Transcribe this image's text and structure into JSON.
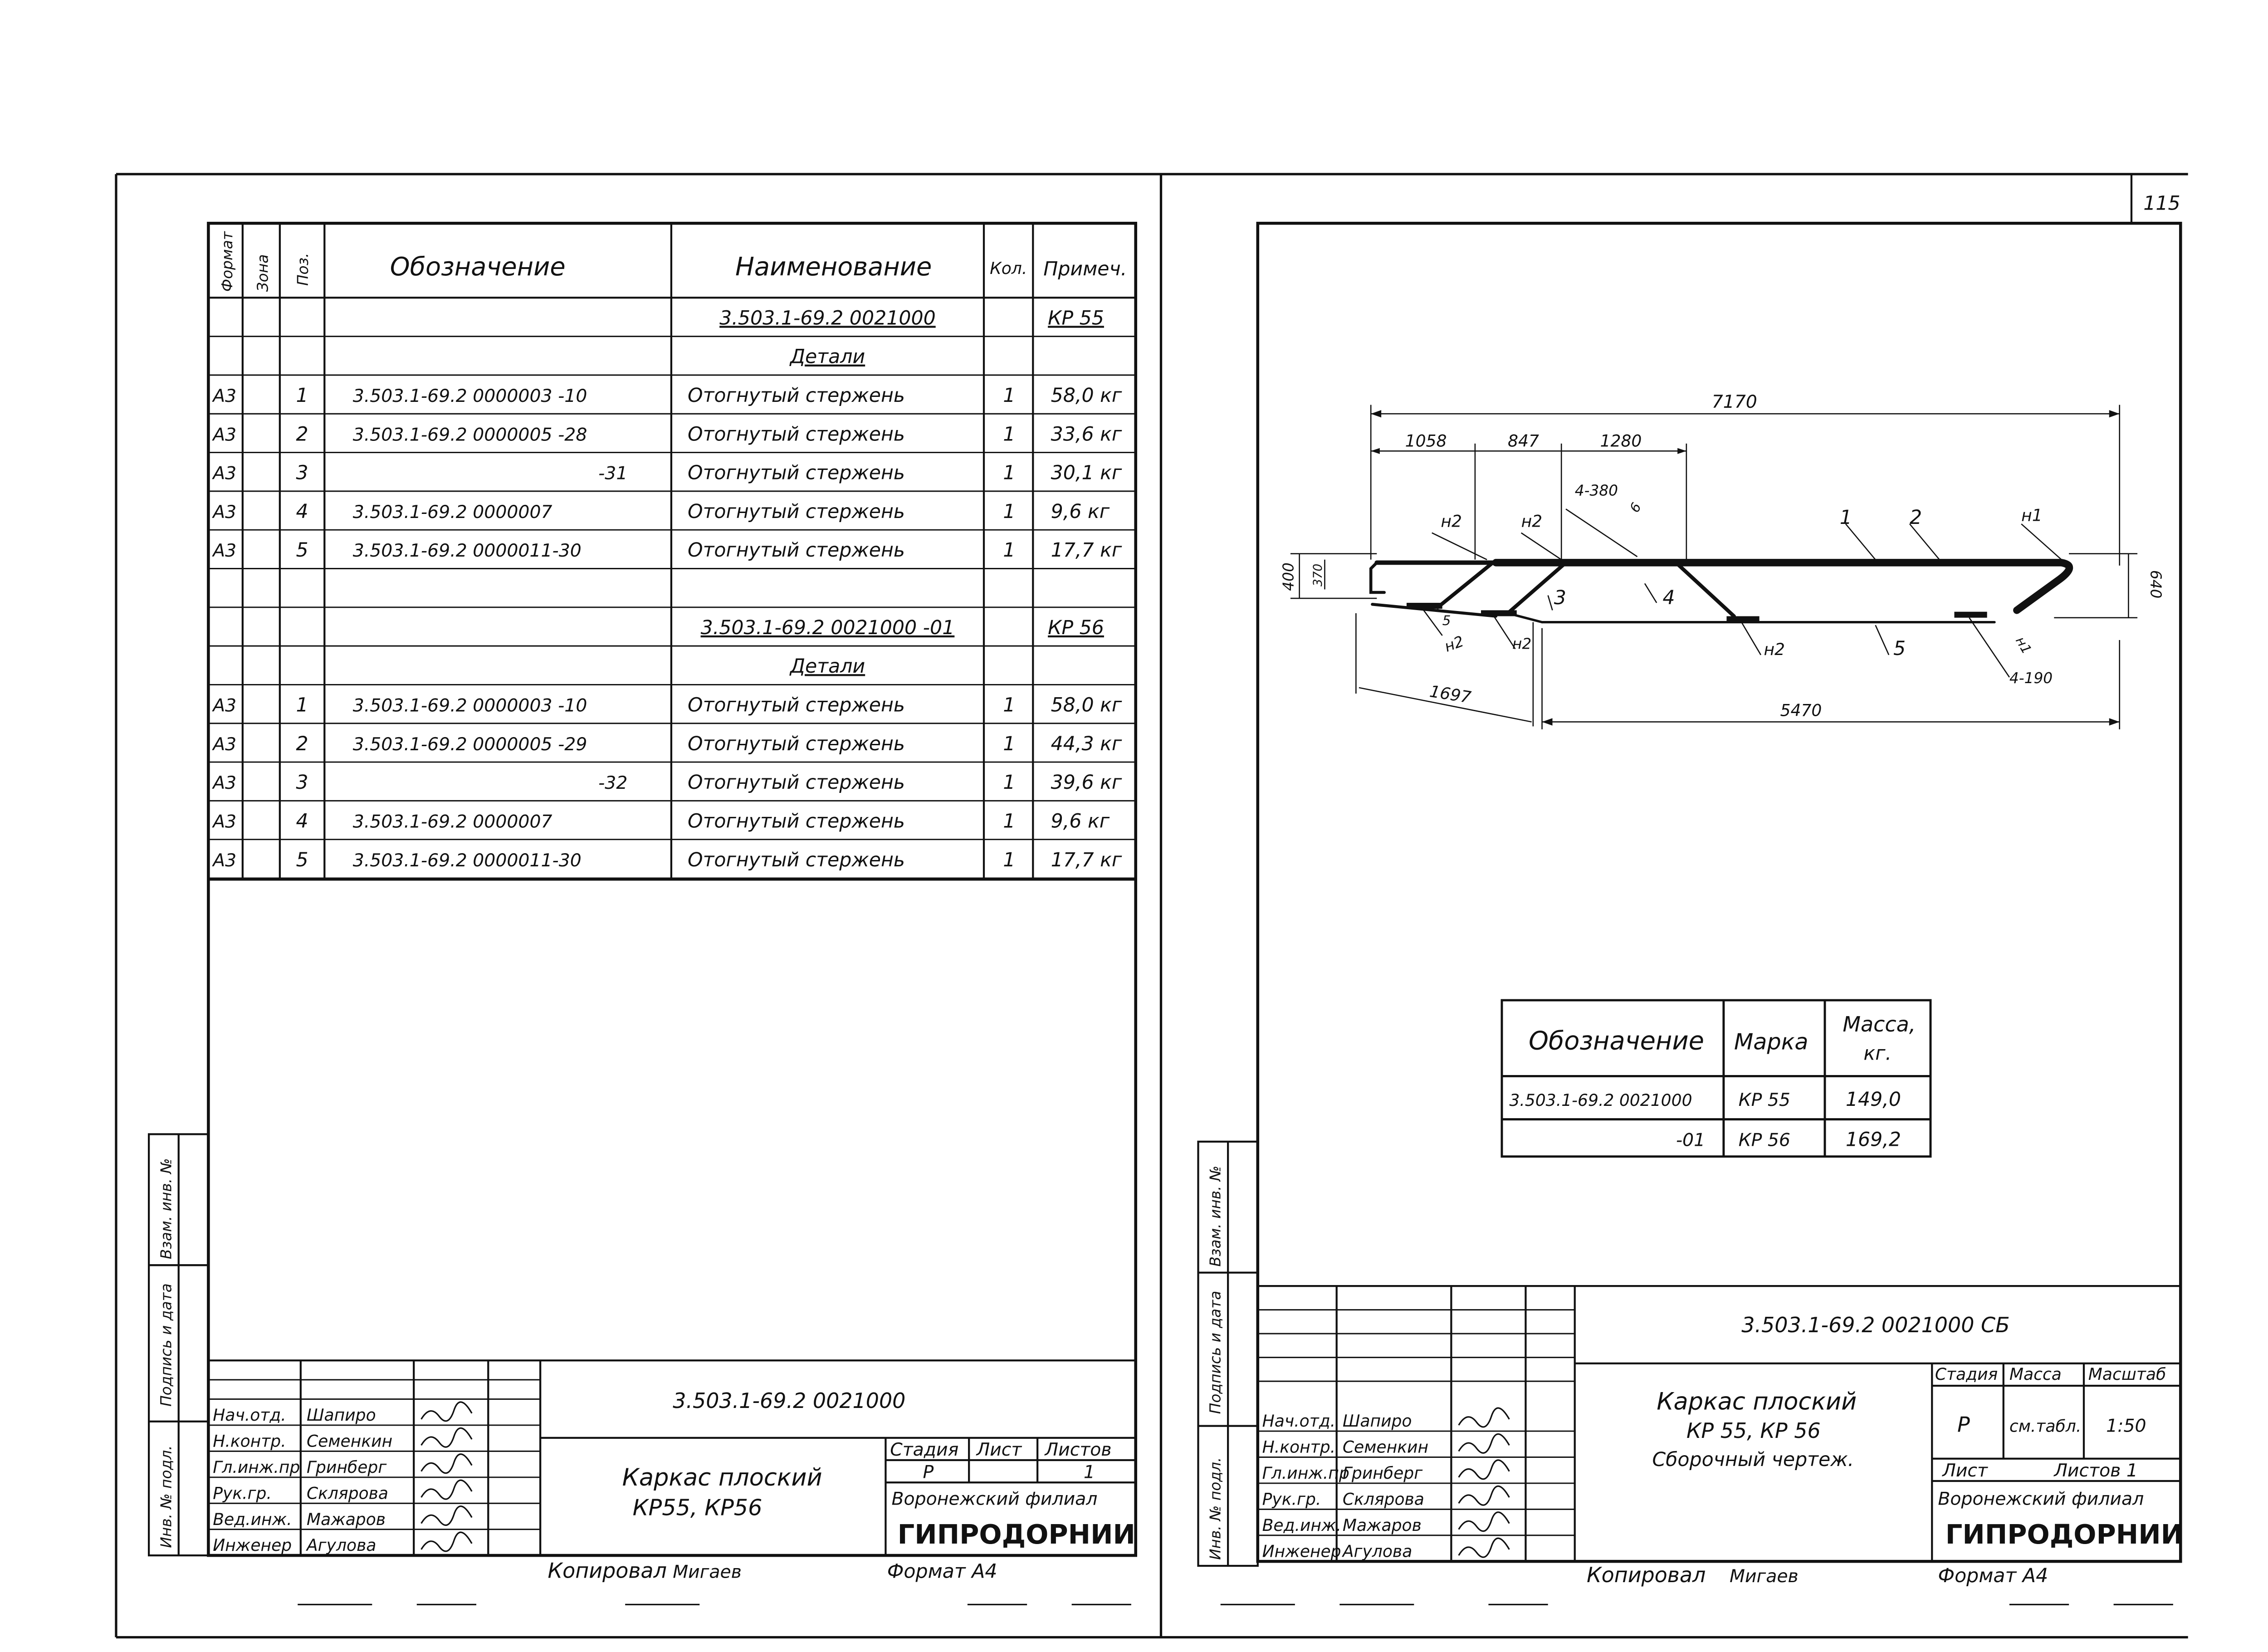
{
  "sheet_number": "115",
  "left_sheet": {
    "spec_headers": {
      "format": "Формат",
      "zone": "Зона",
      "pos": "Поз.",
      "designation": "Обозначение",
      "name": "Наименование",
      "qty": "Кол.",
      "note": "Примеч."
    },
    "spec_rows": [
      {
        "format": "",
        "pos": "",
        "designation": "",
        "name": "3.503.1-69.2  0021000",
        "qty": "",
        "note": "КР 55"
      },
      {
        "format": "",
        "pos": "",
        "designation": "",
        "name": "Детали",
        "qty": "",
        "note": ""
      },
      {
        "format": "А3",
        "pos": "1",
        "designation": "3.503.1-69.2  0000003 -10",
        "name": "Отогнутый стержень",
        "qty": "1",
        "note": "58,0 кг"
      },
      {
        "format": "А3",
        "pos": "2",
        "designation": "3.503.1-69.2  0000005 -28",
        "name": "Отогнутый стержень",
        "qty": "1",
        "note": "33,6 кг"
      },
      {
        "format": "А3",
        "pos": "3",
        "designation": "-31",
        "name": "Отогнутый стержень",
        "qty": "1",
        "note": "30,1 кг"
      },
      {
        "format": "А3",
        "pos": "4",
        "designation": "3.503.1-69.2  0000007",
        "name": "Отогнутый стержень",
        "qty": "1",
        "note": "9,6 кг"
      },
      {
        "format": "А3",
        "pos": "5",
        "designation": "3.503.1-69.2  0000011-30",
        "name": "Отогнутый стержень",
        "qty": "1",
        "note": "17,7 кг"
      },
      {
        "format": "",
        "pos": "",
        "designation": "",
        "name": "",
        "qty": "",
        "note": ""
      },
      {
        "format": "",
        "pos": "",
        "designation": "",
        "name": "3.503.1-69.2  0021000  -01",
        "qty": "",
        "note": "КР 56"
      },
      {
        "format": "",
        "pos": "",
        "designation": "",
        "name": "Детали",
        "qty": "",
        "note": ""
      },
      {
        "format": "А3",
        "pos": "1",
        "designation": "3.503.1-69.2  0000003 -10",
        "name": "Отогнутый стержень",
        "qty": "1",
        "note": "58,0 кг"
      },
      {
        "format": "А3",
        "pos": "2",
        "designation": "3.503.1-69.2  0000005 -29",
        "name": "Отогнутый стержень",
        "qty": "1",
        "note": "44,3 кг"
      },
      {
        "format": "А3",
        "pos": "3",
        "designation": "-32",
        "name": "Отогнутый стержень",
        "qty": "1",
        "note": "39,6 кг"
      },
      {
        "format": "А3",
        "pos": "4",
        "designation": "3.503.1-69.2  0000007",
        "name": "Отогнутый стержень",
        "qty": "1",
        "note": "9,6 кг"
      },
      {
        "format": "А3",
        "pos": "5",
        "designation": "3.503.1-69.2  0000011-30",
        "name": "Отогнутый стержень",
        "qty": "1",
        "note": "17,7 кг"
      }
    ],
    "title_block": {
      "code": "3.503.1-69.2  0021000",
      "name_line1": "Каркас плоский",
      "name_line2": "КР55,  КР56",
      "stage_h": "Стадия",
      "sheet_h": "Лист",
      "sheets_h": "Листов",
      "stage": "Р",
      "sheets": "1",
      "org1": "Воронежский филиал",
      "org2": "ГИПРОДОРНИИ",
      "copied": "Копировал",
      "copied_name": "Мигаев",
      "format": "Формат А4"
    },
    "signers": [
      {
        "role": "Нач.отд.",
        "name": "Шапиро"
      },
      {
        "role": "Н.контр.",
        "name": "Семенкин"
      },
      {
        "role": "Гл.инж.пр",
        "name": "Гринберг"
      },
      {
        "role": "Рук.гр.",
        "name": "Склярова"
      },
      {
        "role": "Вед.инж.",
        "name": "Мажаров"
      },
      {
        "role": "Инженер",
        "name": "Агулова"
      }
    ],
    "side_labels": [
      "Инв. № подл.",
      "Подпись и дата",
      "Взам. инв. №"
    ]
  },
  "right_sheet": {
    "drawing": {
      "dim_total": "7170",
      "dim_1058": "1058",
      "dim_847": "847",
      "dim_1280": "1280",
      "dim_1697": "1697",
      "dim_5470": "5470",
      "dim_400": "400",
      "dim_370": "370",
      "dim_640": "640",
      "weld_380": "4-380",
      "weld_190": "4-190",
      "weld_6": "6",
      "n1": "н1",
      "n2": "н2",
      "pos1": "1",
      "pos2": "2",
      "pos3": "3",
      "pos4": "4",
      "pos5": "5"
    },
    "mass_table": {
      "h_designation": "Обозначение",
      "h_mark": "Марка",
      "h_mass_l1": "Масса,",
      "h_mass_l2": "кг.",
      "rows": [
        {
          "designation": "3.503.1-69.2 0021000",
          "mark": "КР 55",
          "mass": "149,0"
        },
        {
          "designation": "-01",
          "mark": "КР 56",
          "mass": "169,2"
        }
      ]
    },
    "title_block": {
      "code": "3.503.1-69.2  0021000 СБ",
      "name_line1": "Каркас плоский",
      "name_line2": "КР 55, КР 56",
      "name_line3": "Сборочный чертеж.",
      "stage_h": "Стадия",
      "mass_h": "Масса",
      "scale_h": "Масштаб",
      "stage": "Р",
      "mass": "см.табл.",
      "scale": "1:50",
      "sheet_h": "Лист",
      "sheets_h": "Листов 1",
      "org1": "Воронежский филиал",
      "org2": "ГИПРОДОРНИИ",
      "copied": "Копировал",
      "copied_name": "Мигаев",
      "format": "Формат А4"
    },
    "signers": [
      {
        "role": "Нач.отд.",
        "name": "Шапиро"
      },
      {
        "role": "Н.контр.",
        "name": "Семенкин"
      },
      {
        "role": "Гл.инж.пр",
        "name": "Гринберг"
      },
      {
        "role": "Рук.гр.",
        "name": "Склярова"
      },
      {
        "role": "Вед.инж.",
        "name": "Мажаров"
      },
      {
        "role": "Инженер",
        "name": "Агулова"
      }
    ],
    "side_labels": [
      "Инв. № подл.",
      "Подпись и дата",
      "Взам. инв. №"
    ]
  }
}
